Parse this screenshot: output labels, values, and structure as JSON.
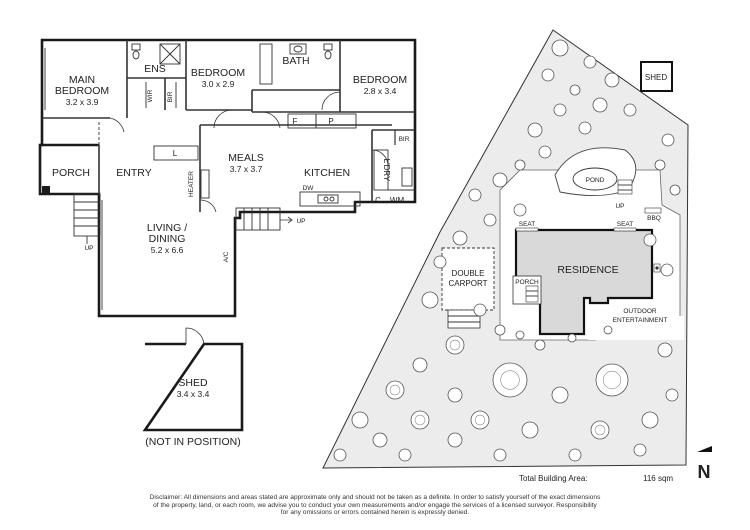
{
  "rooms": {
    "main_bedroom_name": [
      "MAIN",
      "BEDROOM"
    ],
    "main_bedroom_dim": "3.2 x 3.9",
    "ens": "ENS",
    "wir": "WIR",
    "bir1": "BIR",
    "bedroom2_name": "BEDROOM",
    "bedroom2_dim": "3.0 x 2.9",
    "bath": "BATH",
    "bedroom3_name": "BEDROOM",
    "bedroom3_dim": "2.8 x 3.4",
    "bir2": "BIR",
    "porch": "PORCH",
    "entry": "ENTRY",
    "linen": "L",
    "meals_name": "MEALS",
    "meals_dim": "3.7 x 3.7",
    "kitchen": "KITCHEN",
    "ldry": "L'DRY",
    "heater": "HEATER",
    "fridge": "F",
    "pantry": "P",
    "dw": "DW",
    "c": "C",
    "wm": "WM",
    "living_name": [
      "LIVING /",
      "DINING"
    ],
    "living_dim": "5.2 x 6.6",
    "ac": "A/C",
    "up1": "UP",
    "up2": "UP",
    "shed_name": "SHED",
    "shed_dim": "3.4 x 3.4",
    "not_in_position": "(NOT IN POSITION)"
  },
  "site": {
    "shed": "SHED",
    "pond": "POND",
    "up": "UP",
    "bbq": "BBQ",
    "seat1": "SEAT",
    "seat2": "SEAT",
    "residence": "RESIDENCE",
    "carport": [
      "DOUBLE",
      "CARPORT"
    ],
    "porch": "PORCH",
    "outdoor": [
      "OUTDOOR",
      "ENTERTAINMENT"
    ]
  },
  "area": {
    "label": "Total Building Area:",
    "value": "116 sqm"
  },
  "north": "N",
  "disclaimer": [
    "Disclaimer: All dimensions and areas stated are approximate only and should not be taken as a definite. In order to satisfy yourself of the exact dimensions",
    "of the property, land, or each room, we advise you to conduct your own measurements and/or engage the services of a licensed surveyor. Responsibility",
    "for any omissions or errors contained herein is expressly denied."
  ]
}
